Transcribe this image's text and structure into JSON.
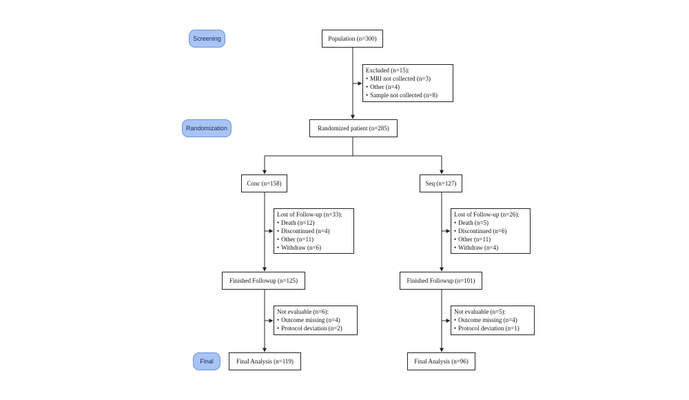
{
  "stages": {
    "screening": "Screening",
    "randomization": "Randomization",
    "final": "Final"
  },
  "population": "Population (n=300)",
  "excluded": {
    "header": "Excluded (n=15):",
    "items": [
      "MRI not collected (n=3)",
      "Other (n=4)",
      "Sample not collected (n=8)"
    ]
  },
  "randomized": "Randomized patient (n=285)",
  "arms": [
    {
      "label": "Conc (n=158)",
      "lost": {
        "header": "Lost of Follow-up (n=33):",
        "items": [
          "Death (n=12)",
          "Discontinued (n=4)",
          "Other (n=11)",
          "Withdraw (n=6)"
        ]
      },
      "finished": "Finished Followup (n=125)",
      "not_evaluable": {
        "header": "Not evaluable (n=6):",
        "items": [
          "Outcome missing (n=4)",
          "Protocol deviation (n=2)"
        ]
      },
      "final": "Final Analysis (n=119)"
    },
    {
      "label": "Seq (n=127)",
      "lost": {
        "header": "Lost of Follow-up (n=26):",
        "items": [
          "Death (n=5)",
          "Discontinued (n=6)",
          "Other (n=11)",
          "Withdraw (n=4)"
        ]
      },
      "finished": "Finished Followup (n=101)",
      "not_evaluable": {
        "header": "Not evaluable (n=5):",
        "items": [
          "Outcome missing (n=4)",
          "Protocol deviation (n=1)"
        ]
      },
      "final": "Final Analysis (n=96)"
    }
  ]
}
